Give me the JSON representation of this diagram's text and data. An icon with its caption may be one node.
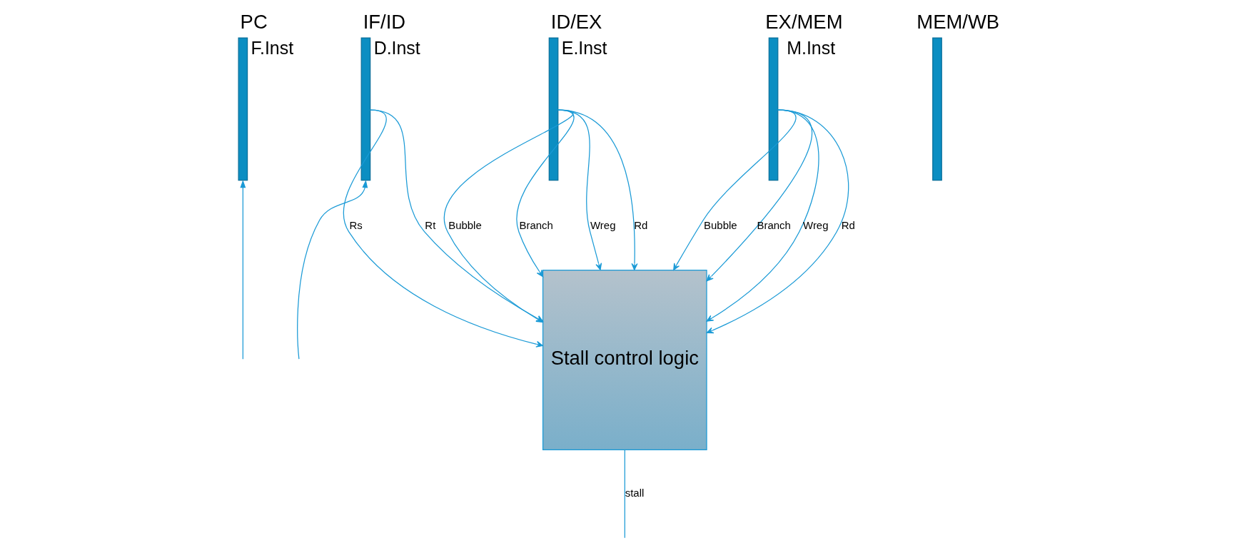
{
  "diagram": {
    "nodes": [
      {
        "text": [
          "PC"
        ],
        "beside": [
          "F.Inst"
        ]
      },
      {
        "text": [
          "IF/ID"
        ],
        "beside": [
          "D.Inst"
        ]
      },
      {
        "text": [
          "ID/EX"
        ],
        "beside": [
          "E.Inst"
        ]
      },
      {
        "text": [
          "EX/MEM"
        ],
        "beside": [
          "M.Inst"
        ]
      },
      {
        "text": [
          "MEM/WB"
        ]
      },
      {
        "text": [
          "Stall control logic"
        ]
      }
    ],
    "edges": [
      {
        "from": 2,
        "to": 5,
        "arrow": "to",
        "label": "Bubble"
      },
      {
        "from": 2,
        "to": 5,
        "arrow": "to",
        "label": "Branch"
      },
      {
        "from": 2,
        "to": 5,
        "arrow": "to",
        "label": "Wreg"
      },
      {
        "from": 2,
        "to": 5,
        "arrow": "to",
        "label": "Rd"
      },
      {
        "from": 3,
        "to": 5,
        "arrow": "to",
        "label": "Bubble"
      },
      {
        "from": 3,
        "to": 5,
        "arrow": "to",
        "label": "Branch"
      },
      {
        "from": 3,
        "to": 5,
        "arrow": "to",
        "label": "Wreg"
      },
      {
        "from": 3,
        "to": 5,
        "arrow": "to",
        "label": "Rd"
      },
      {
        "from": 1,
        "to": 5,
        "arrow": "to",
        "label": "Rs"
      },
      {
        "from": 1,
        "to": 5,
        "arrow": "to",
        "label": "Rt"
      },
      {
        "from": 5,
        "to": null,
        "arrow": "none",
        "label": "stall"
      },
      {
        "from": null,
        "to": 0,
        "arrow": "to"
      },
      {
        "from": null,
        "to": 1,
        "arrow": "to"
      }
    ]
  }
}
